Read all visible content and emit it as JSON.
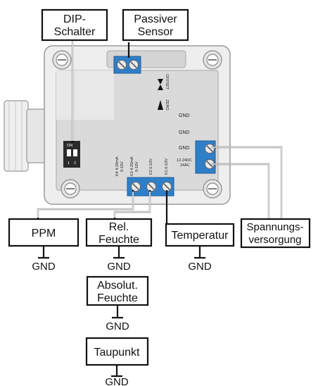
{
  "labels": {
    "dip": [
      "DIP-",
      "Schalter"
    ],
    "passiv": [
      "Passiver",
      "Sensor"
    ],
    "ppm": "PPM",
    "rel": [
      "Rel.",
      "Feuchte"
    ],
    "temp": "Temperatur",
    "spannung": [
      "Spannungs-",
      "versorgung"
    ],
    "absolut": [
      "Absolut.",
      "Feuchte"
    ],
    "taupunkt": "Taupunkt",
    "gnd": "GND"
  },
  "board": {
    "offset": "OFFSET",
    "zero": "ZERO",
    "on": "ON",
    "dip_nums": [
      "1",
      "2"
    ],
    "gnd": "GND",
    "supply": [
      "12-24DC",
      "24AC"
    ],
    "k4": [
      "K4 4-20mA",
      "0-10V"
    ],
    "k3": [
      "K3 4-20mA",
      "0-10V"
    ],
    "k2": "K2 0-10V",
    "k1": "K1 0-10V"
  },
  "colors": {
    "terminal": "#2f7fc8",
    "housing": "#eeeeee",
    "pcb": "#dadada"
  }
}
